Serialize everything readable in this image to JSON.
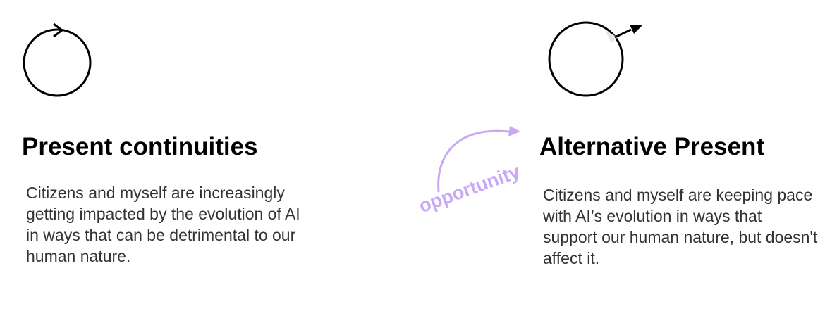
{
  "left": {
    "heading": "Present continuities",
    "body": "Citizens and myself are increasingly getting impacted by the evolution of AI in ways that can be detrimental to our human nature.",
    "icon": "circular-loop-icon"
  },
  "right": {
    "heading": "Alternative Present",
    "body": "Citizens and myself are keeping pace with AI’s evolution in ways that support our human nature, but doesn't affect it.",
    "icon": "broken-circle-arrow-icon"
  },
  "connector": {
    "label": "opportunity",
    "icon": "curved-arrow-icon"
  },
  "colors": {
    "text": "#000000",
    "body_text": "#333333",
    "accent": "#c9a8f5",
    "gap": "#e6e6e6"
  }
}
